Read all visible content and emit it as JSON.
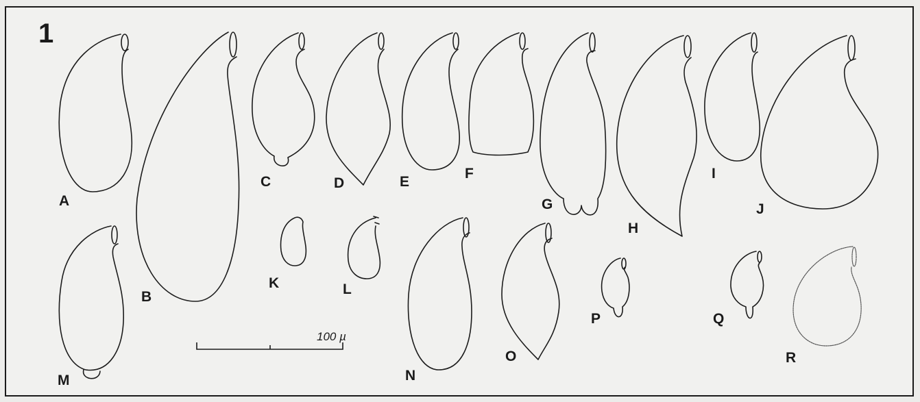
{
  "figure": {
    "panel_number": "1",
    "specimen_labels": [
      "A",
      "B",
      "C",
      "D",
      "E",
      "F",
      "G",
      "H",
      "I",
      "J",
      "K",
      "L",
      "M",
      "N",
      "O",
      "P",
      "Q",
      "R"
    ],
    "scale_bar": {
      "text": "100 µ"
    },
    "colors": {
      "outline": "#1c1c1c",
      "background": "#f1f1ef"
    }
  }
}
